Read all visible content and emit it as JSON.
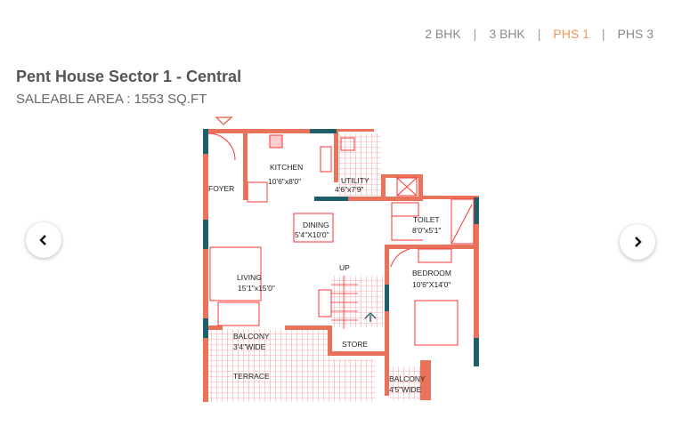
{
  "tabs": [
    {
      "label": "2 BHK",
      "active": false
    },
    {
      "label": "3 BHK",
      "active": false
    },
    {
      "label": "PHS 1",
      "active": true
    },
    {
      "label": "PHS 3",
      "active": false
    }
  ],
  "tab_separator": "|",
  "title": "Pent House Sector 1 - Central",
  "saleable_area": "SALEABLE AREA : 1553 SQ.FT",
  "nav": {
    "prev_icon": "chevron-left-icon",
    "next_icon": "chevron-right-icon"
  },
  "colors": {
    "accent": "#f4955a",
    "wall": "#e8735a",
    "wall_dark": "#1f5d6b",
    "line": "#ff3030"
  },
  "plan": {
    "foyer": "FOYER",
    "kitchen": {
      "name": "KITCHEN",
      "size": "10'6\"x8'0\""
    },
    "utility": {
      "name": "UTILITY",
      "size": "4'6\"x7'9\""
    },
    "dining": {
      "name": "DINING",
      "size": "5'4\"X10'0\""
    },
    "toilet": {
      "name": "TOILET",
      "size": "8'0\"x5'1\""
    },
    "bedroom": {
      "name": "BEDROOM",
      "size": "10'6\"X14'0\""
    },
    "living": {
      "name": "LIVING",
      "size": "15'1\"x15'0\""
    },
    "up": "UP",
    "balcony1": {
      "name": "BALCONY",
      "size": "3'4\"WIDE"
    },
    "store": "STORE",
    "terrace": "TERRACE",
    "balcony2": {
      "name": "BALCONY",
      "size": "4'5\"WIDE"
    }
  }
}
